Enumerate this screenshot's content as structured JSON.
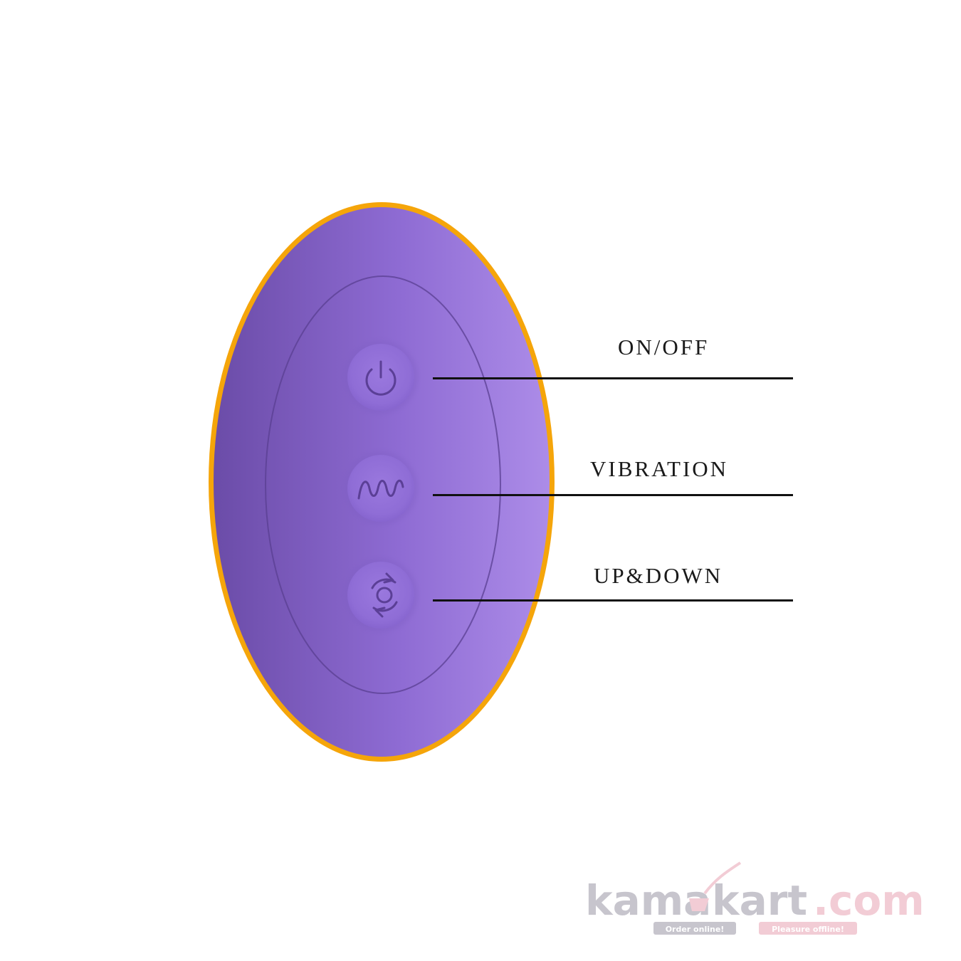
{
  "controls": [
    {
      "id": "power",
      "label": "ON/OFF",
      "icon": "power-icon"
    },
    {
      "id": "vibration",
      "label": "VIBRATION",
      "icon": "wave-icon"
    },
    {
      "id": "updown",
      "label": "UP&DOWN",
      "icon": "rotate-arrows-icon"
    }
  ],
  "colors": {
    "background": "#ffffff",
    "device_outline": "#f5a50a",
    "device_body_dark": "#6f50ae",
    "device_body_light": "#a888e6",
    "leader_line": "#111111"
  },
  "watermark": {
    "brand": "kamakart.com",
    "tagline_left": "Order online!",
    "tagline_right": "Pleasure offline!"
  }
}
